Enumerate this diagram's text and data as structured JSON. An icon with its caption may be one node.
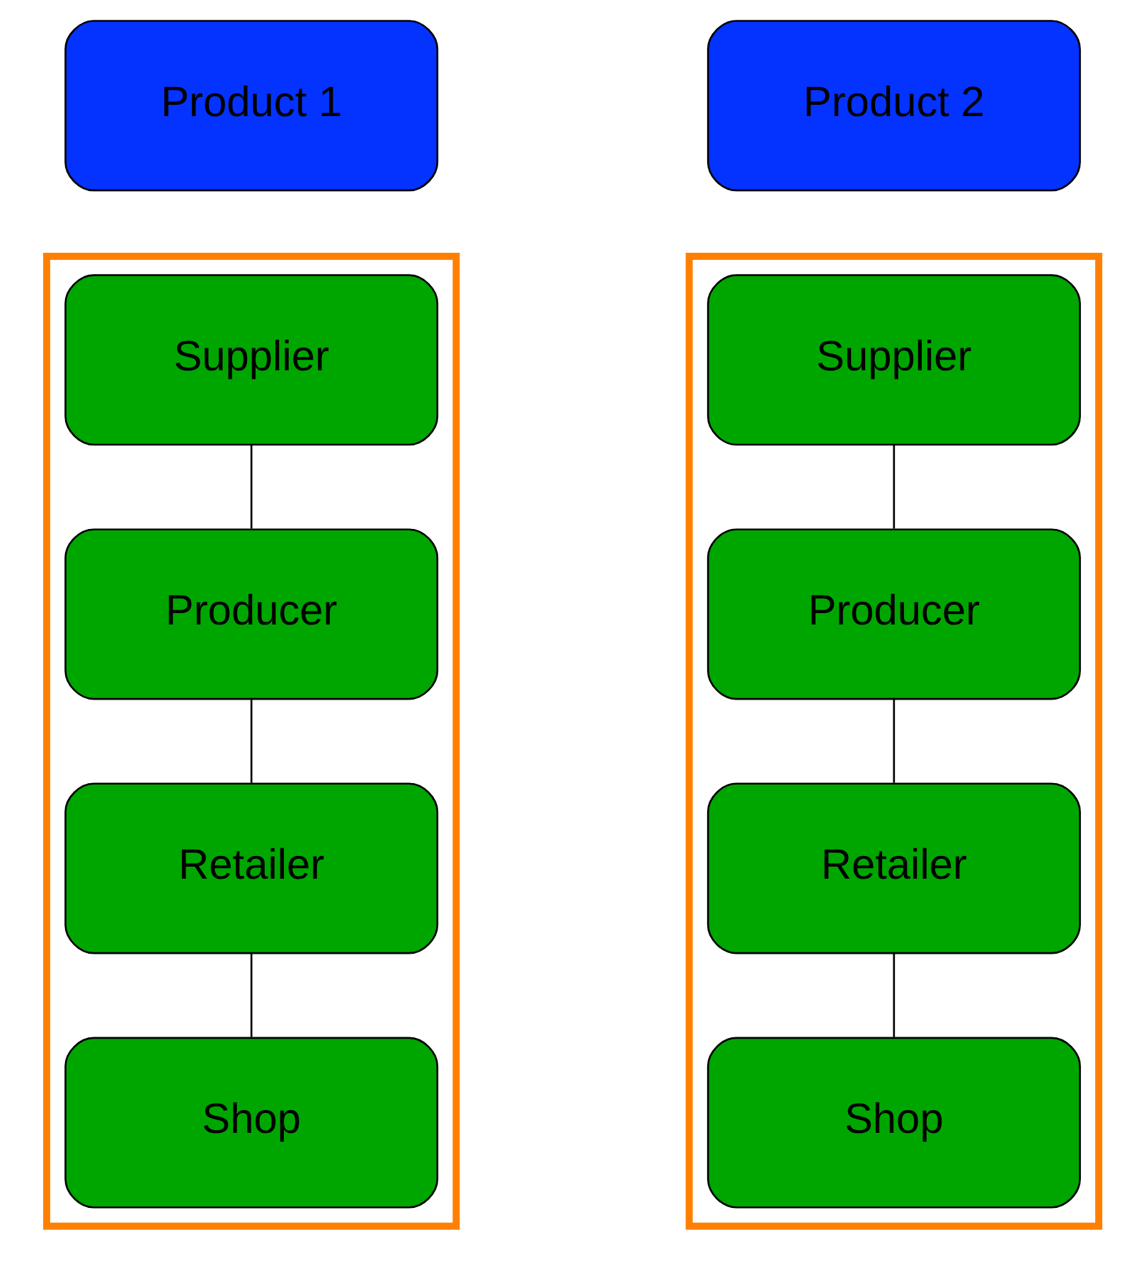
{
  "diagram": {
    "nodes": [
      {
        "text": [
          "Product 1"
        ]
      },
      {
        "text": [
          "Product 2"
        ]
      },
      {
        "text": [],
        "shape": "box"
      },
      {
        "text": [],
        "shape": "box"
      },
      {
        "text": [
          "Supplier"
        ],
        "in": 2
      },
      {
        "text": [
          "Supplier"
        ],
        "in": 3
      },
      {
        "text": [
          "Producer"
        ],
        "in": 2
      },
      {
        "text": [
          "Producer"
        ],
        "in": 3
      },
      {
        "text": [
          "Retailer"
        ],
        "in": 2
      },
      {
        "text": [
          "Retailer"
        ],
        "in": 3
      },
      {
        "text": [
          "Shop"
        ],
        "in": 2
      },
      {
        "text": [
          "Shop"
        ],
        "in": 3
      }
    ],
    "edges": [
      {
        "from": 4,
        "to": 6,
        "arrow": "none"
      },
      {
        "from": 6,
        "to": 8,
        "arrow": "none"
      },
      {
        "from": 8,
        "to": 10,
        "arrow": "none"
      },
      {
        "from": 5,
        "to": 7,
        "arrow": "none"
      },
      {
        "from": 7,
        "to": 9,
        "arrow": "none"
      },
      {
        "from": 9,
        "to": 11,
        "arrow": "none"
      }
    ]
  }
}
